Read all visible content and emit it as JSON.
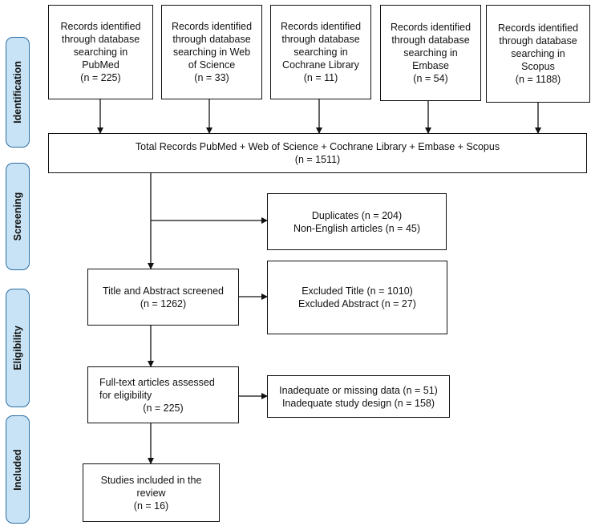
{
  "stages": [
    "Identification",
    "Screening",
    "Eligibility",
    "Included"
  ],
  "sources": [
    {
      "lines": [
        "Records identified",
        "through database",
        "searching in",
        "PubMed",
        "(n = 225)"
      ]
    },
    {
      "lines": [
        "Records identified",
        "through database",
        "searching in Web",
        "of Science",
        "(n = 33)"
      ]
    },
    {
      "lines": [
        "Records identified",
        "through database",
        "searching in",
        "Cochrane Library",
        "(n = 11)"
      ]
    },
    {
      "lines": [
        "Records identified",
        "through database",
        "searching in",
        "Embase",
        "(n = 54)"
      ]
    },
    {
      "lines": [
        "Records identified",
        "through database",
        "searching in",
        "Scopus",
        "(n = 1188)"
      ]
    }
  ],
  "total": {
    "lines": [
      "Total Records PubMed + Web of Science + Cochrane Library + Embase + Scopus",
      "(n = 1511)"
    ]
  },
  "removed": {
    "lines": [
      "Duplicates (n = 204)",
      "Non-English articles (n = 45)"
    ]
  },
  "title_abstract": {
    "lines": [
      "Title and Abstract screened",
      "(n = 1262)"
    ]
  },
  "excluded_ta": {
    "lines": [
      "Excluded Title (n = 1010)",
      "Excluded Abstract (n = 27)"
    ]
  },
  "fulltext": {
    "lines": [
      "Full-text articles assessed",
      "for eligibility",
      "(n = 225)"
    ]
  },
  "excluded_ft": {
    "lines": [
      "Inadequate or missing data (n = 51)",
      "Inadequate study design (n = 158)"
    ]
  },
  "included": {
    "lines": [
      "Studies included in the",
      "review",
      "(n = 16)"
    ]
  }
}
